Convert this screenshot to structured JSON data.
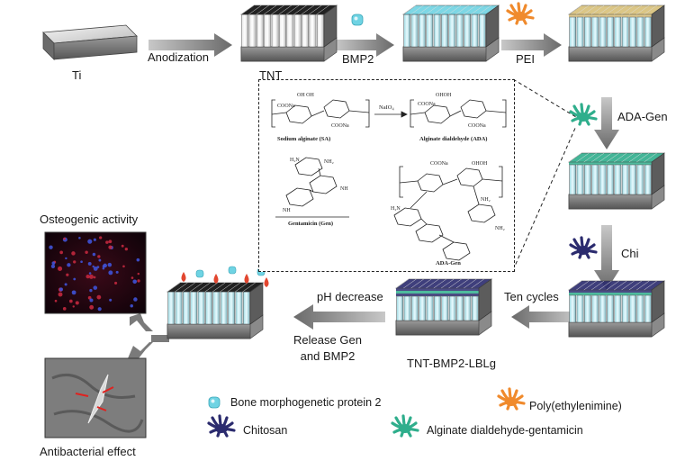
{
  "steps": {
    "ti": "Ti",
    "anodization": "Anodization",
    "tnt": "TNT",
    "bmp2": "BMP2",
    "pei": "PEI",
    "ada_gen": "ADA-Gen",
    "chi": "Chi",
    "ten_cycles": "Ten cycles",
    "product": "TNT-BMP2-LBLg",
    "ph_decrease": "pH decrease",
    "release_line1": "Release Gen",
    "release_line2": "and BMP2",
    "osteogenic": "Osteogenic activity",
    "antibacterial": "Antibacterial effect"
  },
  "chemistry": {
    "reagent": "NaIO₄",
    "sa_label": "Sodium alginate (SA)",
    "ada_label": "Alginate dialdehyde (ADA)",
    "gen_label": "Gentamicin (Gen)",
    "adagen_label": "ADA-Gen"
  },
  "legend": {
    "bmp2": "Bone morphogenetic protein 2",
    "pei": "Poly(ethylenimine)",
    "chitosan": "Chitosan",
    "adagen": "Alginate dialdehyde-gentamicin"
  },
  "colors": {
    "bmp2": "#6fd3e3",
    "pei": "#f08a2c",
    "chitosan": "#2b2b6e",
    "adagen": "#2fae8c",
    "arrow": "#7a7a7a",
    "tube_top": "#d8c07a"
  }
}
